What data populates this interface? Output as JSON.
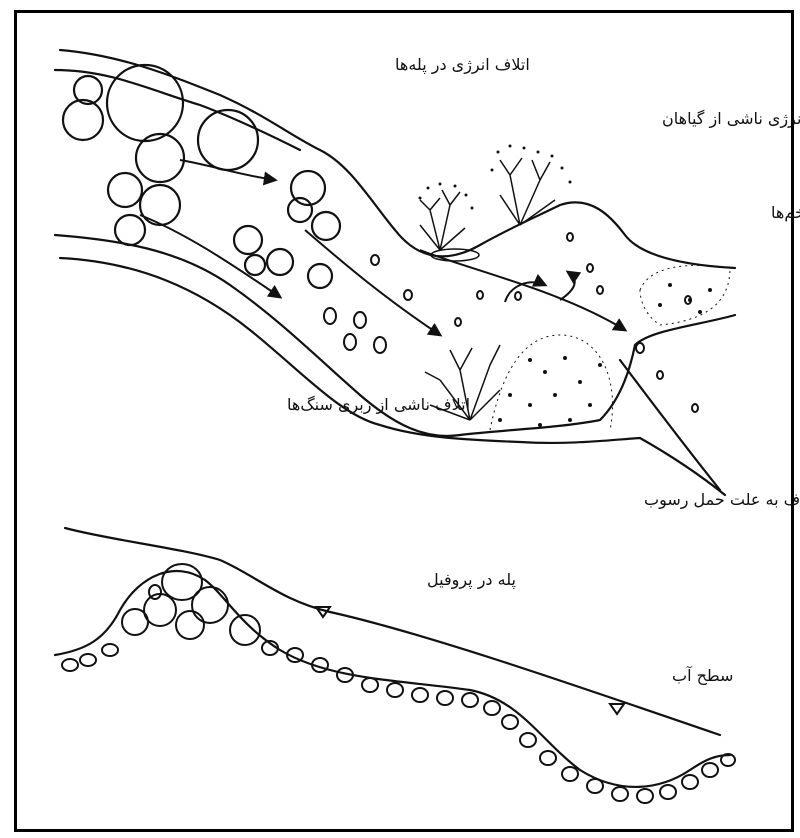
{
  "labels": {
    "step_loss": "اتلاف انرژی در پله‌ها",
    "vegetation_loss": "اتلاف انرژی ناشی از گیاهان",
    "bend_loss": "اتلاف در خم‌ها",
    "rock_roughness_loss": "اتلاف ناشی از زبری سنگ‌ها",
    "sediment_loss": "اتلاف به علت حمل رسوب",
    "profile_step": "پله در پروفیل",
    "water_surface": "سطح آب"
  },
  "colors": {
    "ink": "#111111",
    "background": "#ffffff",
    "frame": "#000000"
  }
}
